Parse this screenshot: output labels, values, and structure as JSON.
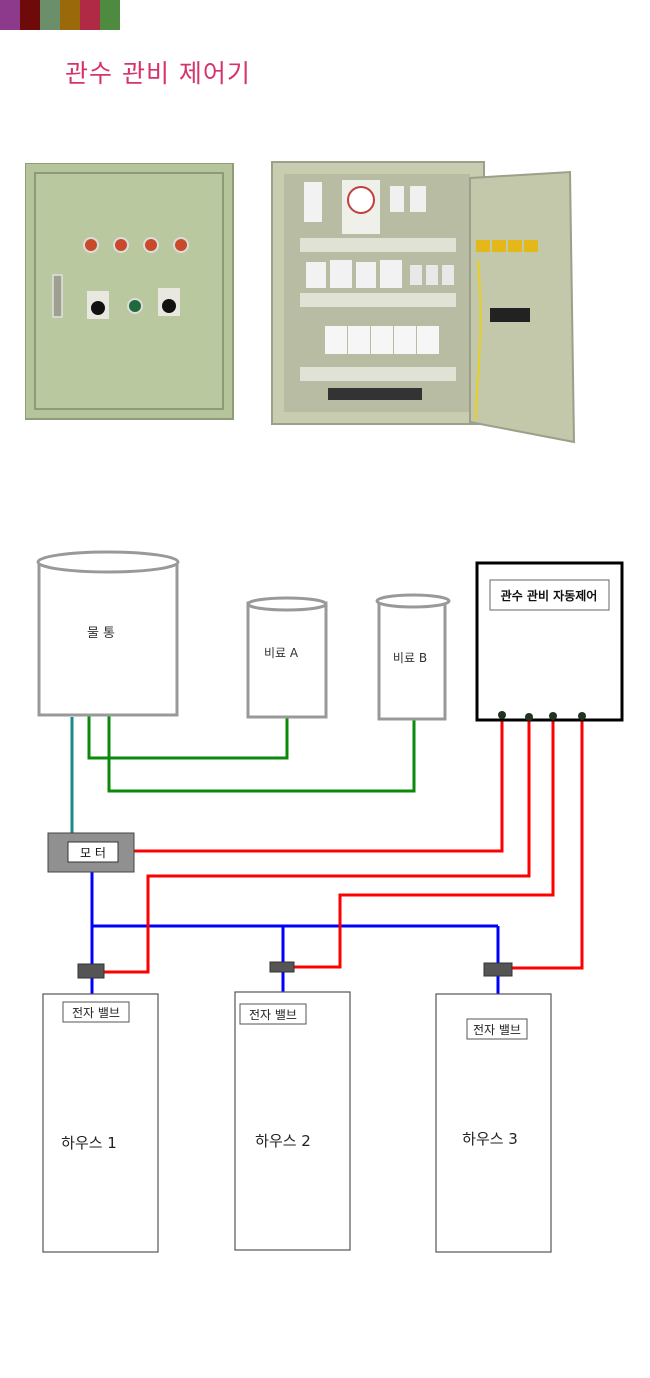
{
  "header": {
    "color_strips": [
      "#8e3a8c",
      "#6e0a0a",
      "#6a8f6a",
      "#9a6a0a",
      "#b02a45",
      "#4e8a40"
    ],
    "title": "관수 관비 제어기",
    "title_color": "#d6336c"
  },
  "photos": {
    "closed_panel": {
      "alt": "closed control panel with 4 red indicator lamps, 2 selector switches, 1 green lamp"
    },
    "open_panel": {
      "alt": "open control panel showing timer, relays, breakers and terminal block"
    }
  },
  "diagram": {
    "colors": {
      "tank_outline": "#999999",
      "water_pipe_main": "#1a8a8a",
      "fertilizer_pipe": "#0a8a0a",
      "control_wire": "#ff0000",
      "water_distribution": "#0000ff",
      "valve_body": "#555555",
      "motor_body": "#909090",
      "controller_border": "#000000"
    },
    "water_tank": {
      "label": "물 통"
    },
    "fertilizer_a": {
      "label": "비료 A"
    },
    "fertilizer_b": {
      "label": "비료 B"
    },
    "controller": {
      "label": "관수 관비 자동제어",
      "terminals": 4
    },
    "motor": {
      "label": "모 터"
    },
    "valves": [
      {
        "label": "전자 밸브"
      },
      {
        "label": "전자 밸브"
      },
      {
        "label": "전자 밸브"
      }
    ],
    "houses": [
      {
        "label": "하우스 1"
      },
      {
        "label": "하우스 2"
      },
      {
        "label": "하우스 3"
      }
    ]
  }
}
